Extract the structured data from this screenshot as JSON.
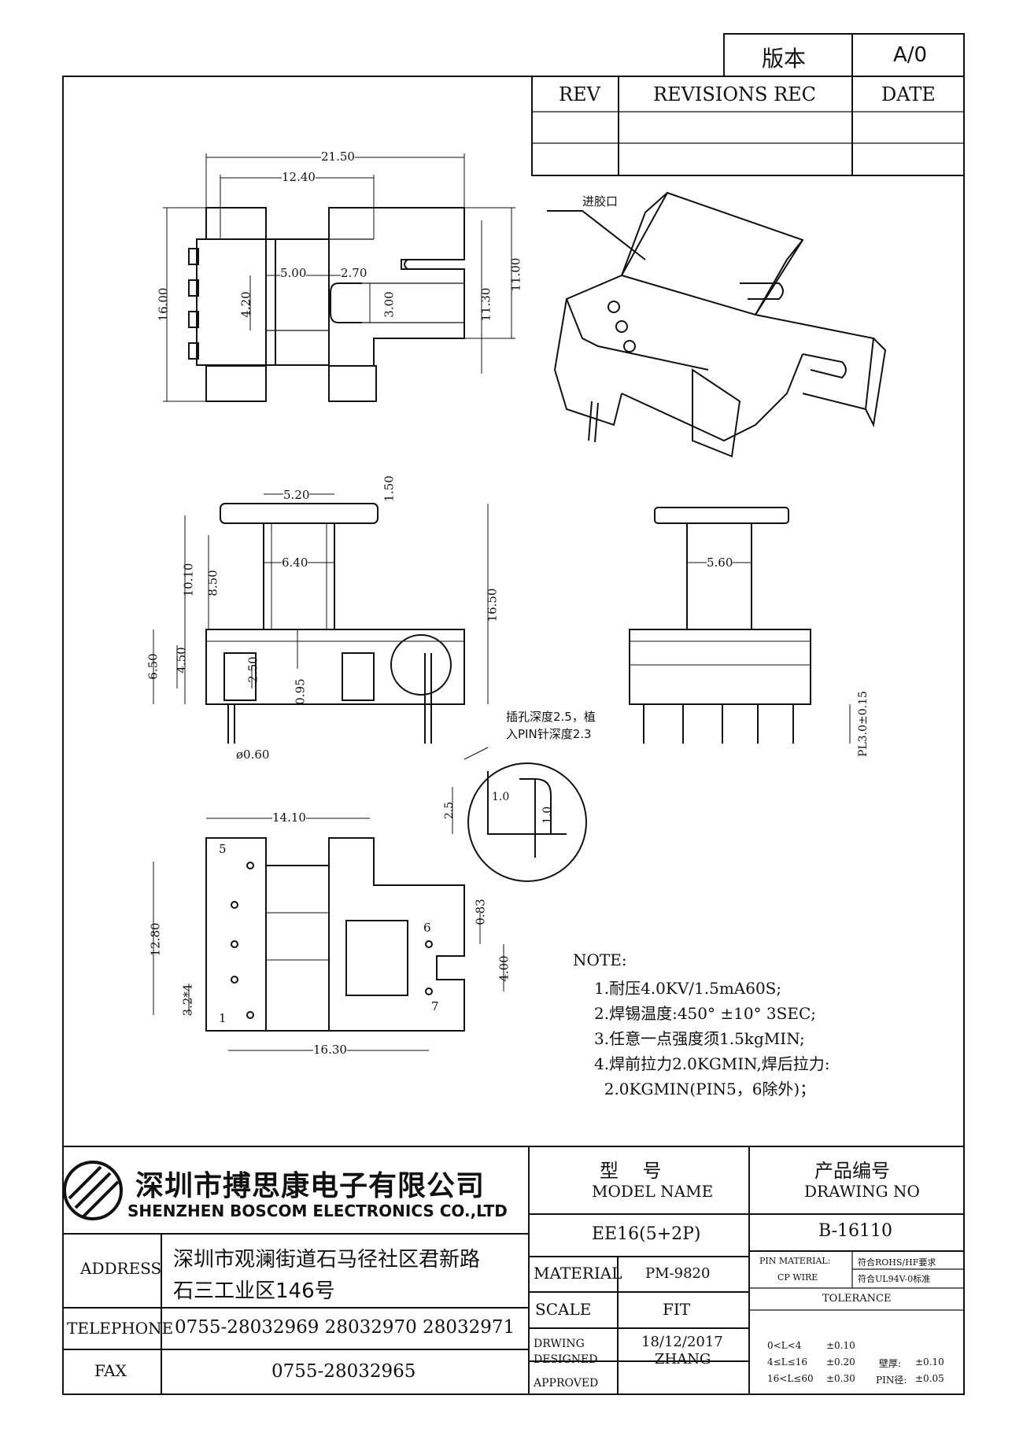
{
  "header": {
    "version_label": "版本",
    "version_value": "A/0",
    "rev_label": "REV",
    "revisions_label": "REVISIONS REC",
    "date_label": "DATE"
  },
  "views": {
    "top_view": {
      "dims": [
        "21.50",
        "12.40",
        "5.00",
        "2.70",
        "4.20",
        "3.00",
        "16.00",
        "11.30",
        "11.00"
      ]
    },
    "iso_view": {
      "callout": "进胶口"
    },
    "front_view": {
      "dims": [
        "5.20",
        "1.50",
        "6.40",
        "10.10",
        "8.50",
        "16.50",
        "6.50",
        "4.50",
        "2.50",
        "0.95",
        "ø0.60"
      ]
    },
    "side_view": {
      "dims": [
        "5.60",
        "PL3.0±0.15"
      ]
    },
    "detail_view": {
      "note_line1": "插孔深度2.5，植",
      "note_line2": "入PIN针深度2.3",
      "dims": [
        "2.5",
        "1.0",
        "1.0"
      ]
    },
    "bottom_view": {
      "dims": [
        "14.10",
        "12.80",
        "3.2*4",
        "0.83",
        "4.00",
        "16.30"
      ],
      "pin_labels": [
        "5",
        "1",
        "6",
        "7"
      ]
    }
  },
  "notes": {
    "title": "NOTE:",
    "items": [
      "1.耐压4.0KV/1.5mA60S;",
      "2.焊锡温度:450° ±10° 3SEC;",
      "3.任意一点强度须1.5kgMIN;",
      "4.焊前拉力2.0KGMIN,焊后拉力:",
      "  2.0KGMIN(PIN5，6除外)；"
    ]
  },
  "title_block": {
    "company_cn": "深圳市搏思康电子有限公司",
    "company_en": "SHENZHEN BOSCOM ELECTRONICS CO.,LTD",
    "address_label": "ADDRESS",
    "address_line1": "深圳市观澜街道石马径社区君新路",
    "address_line2": "石三工业区146号",
    "telephone_label": "TELEPHONE",
    "telephone_value": "0755-28032969 28032970 28032971",
    "fax_label": "FAX",
    "fax_value": "0755-28032965",
    "model_label_cn": "型    号",
    "model_label_en": "MODEL NAME",
    "model_value": "EE16(5+2P)",
    "drawing_no_label_cn": "产品编号",
    "drawing_no_label_en": "DRAWING NO",
    "drawing_no_value": "B-16110",
    "material_label": "MATERIAL",
    "material_value": "PM-9820",
    "scale_label": "SCALE",
    "scale_value": "FIT",
    "drwing_label": "DRWING",
    "drwing_value": "18/12/2017",
    "designed_label": "DESIGNED",
    "designed_value": "ZHANG",
    "approved_label": "APPROVED",
    "pin_material_label": "PIN MATERIAL:",
    "pin_material_value": "符合ROHS/HF要求",
    "cp_wire_label": "CP WIRE",
    "cp_wire_value": "符合UL94V-0标准",
    "tolerance_label": "TOLERANCE",
    "tolerances": [
      {
        "range": "0<L<4",
        "value": "±0.10"
      },
      {
        "range": "4≤L≤16",
        "value": "±0.20"
      },
      {
        "range": "16<L≤60",
        "value": "±0.30"
      }
    ],
    "wall_label": "壁厚:",
    "wall_value": "±0.10",
    "pin_dia_label": "PIN径:",
    "pin_dia_value": "±0.05"
  },
  "colors": {
    "ink": "#111111",
    "paper": "#ffffff"
  }
}
